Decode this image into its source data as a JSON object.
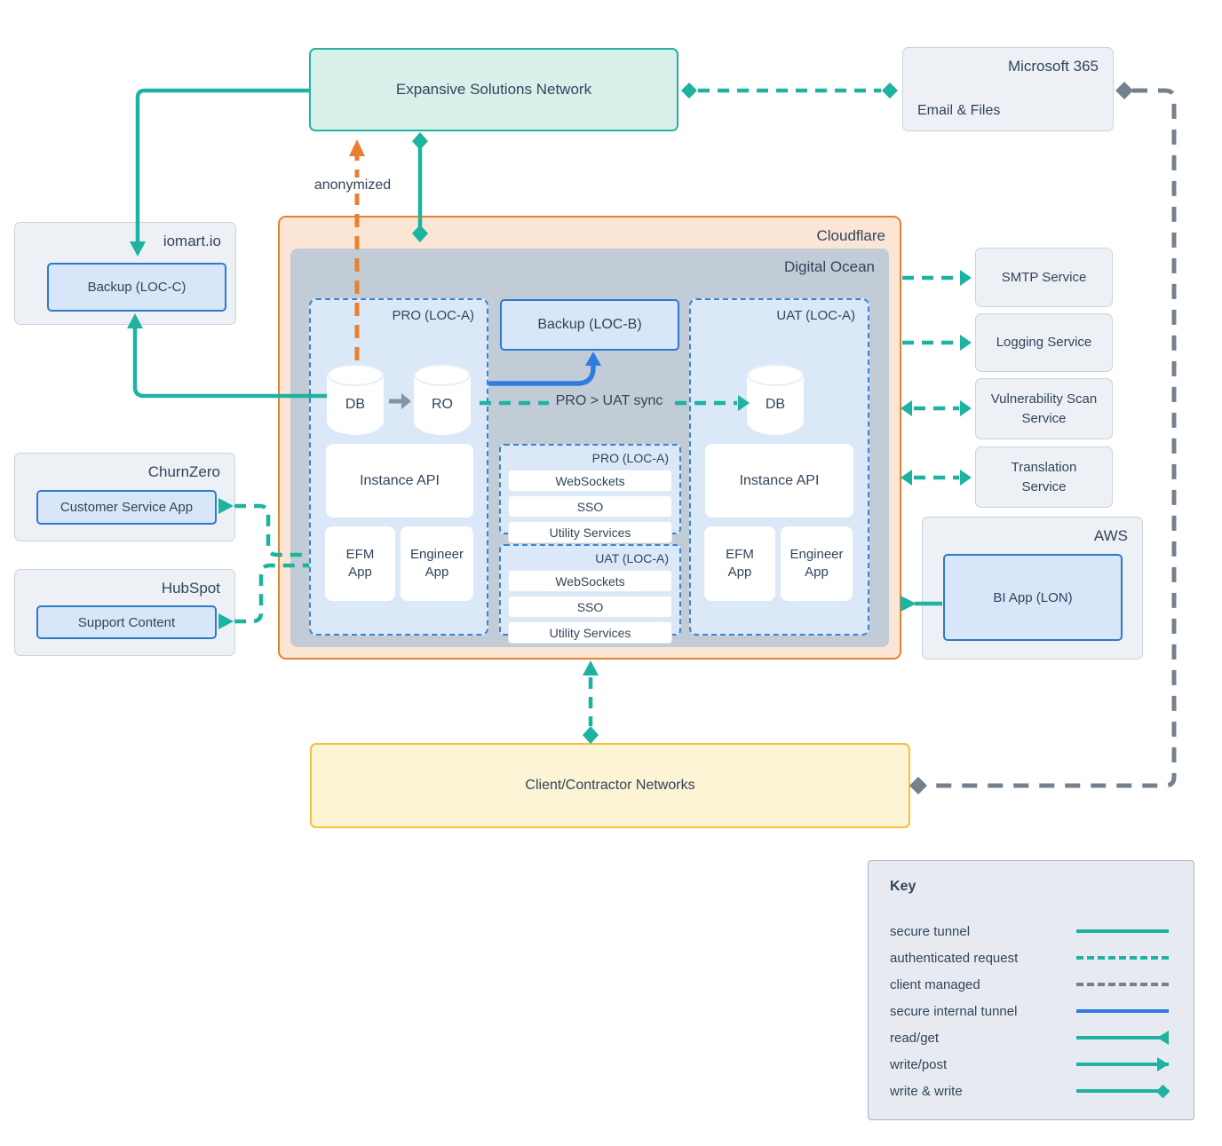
{
  "colors": {
    "teal": "#1eb2a0",
    "orange": "#e8802f",
    "blue": "#2e7ce0",
    "gray": "#74808e",
    "yellow_border": "#efc23a"
  },
  "external": {
    "expansive": {
      "title": "Expansive Solutions Network"
    },
    "microsoft": {
      "title": "Microsoft 365",
      "service": "Email & Files"
    },
    "iomart": {
      "title": "iomart.io",
      "backup": "Backup (LOC-C)"
    },
    "churnzero": {
      "title": "ChurnZero",
      "app": "Customer Service App"
    },
    "hubspot": {
      "title": "HubSpot",
      "app": "Support Content"
    },
    "aws": {
      "title": "AWS",
      "app": "BI App (LON)"
    },
    "client_networks": {
      "title": "Client/Contractor Networks"
    },
    "services": [
      {
        "label": "SMTP Service"
      },
      {
        "label": "Logging Service"
      },
      {
        "label": "Vulnerability Scan Service"
      },
      {
        "label": "Translation Service"
      }
    ]
  },
  "cloud": {
    "cloudflare": {
      "title": "Cloudflare"
    },
    "digital_ocean": {
      "title": "Digital Ocean"
    },
    "pro": {
      "title": "PRO (LOC-A)",
      "db": "DB",
      "ro": "RO",
      "api": "Instance API",
      "efm": "EFM App",
      "engineer": "Engineer App"
    },
    "uat": {
      "title": "UAT (LOC-A)",
      "db": "DB",
      "api": "Instance API",
      "efm": "EFM App",
      "engineer": "Engineer App"
    },
    "backup_b": {
      "title": "Backup (LOC-B)"
    },
    "pro_services": {
      "title": "PRO (LOC-A)",
      "rows": [
        "WebSockets",
        "SSO",
        "Utility Services"
      ]
    },
    "uat_services": {
      "title": "UAT (LOC-A)",
      "rows": [
        "WebSockets",
        "SSO",
        "Utility Services"
      ]
    }
  },
  "connector_labels": {
    "anonymized": "anonymized",
    "sync": "PRO > UAT sync"
  },
  "key": {
    "title": "Key",
    "items": [
      {
        "label": "secure tunnel"
      },
      {
        "label": "authenticated request"
      },
      {
        "label": "client managed"
      },
      {
        "label": "secure internal tunnel"
      },
      {
        "label": "read/get"
      },
      {
        "label": "write/post"
      },
      {
        "label": "write & write"
      }
    ]
  }
}
